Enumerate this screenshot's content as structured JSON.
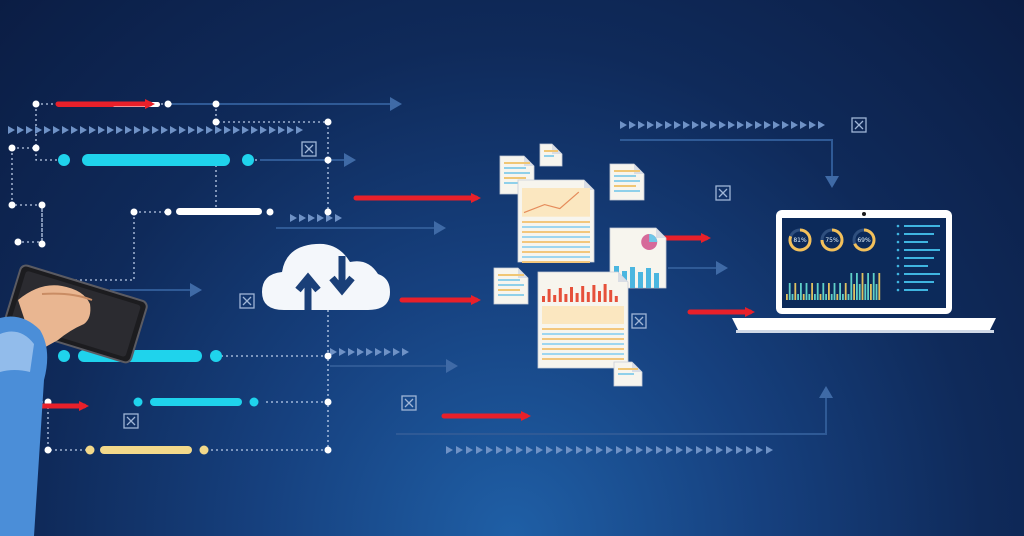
{
  "scene": {
    "description_free": true,
    "colors": {
      "background": "#0f2a5a",
      "accent_red": "#e8202a",
      "accent_cyan": "#1fd3ec",
      "accent_yellow": "#f3d98a",
      "line_white": "#e8f1ff",
      "line_dim": "#5a7fb6"
    }
  },
  "laptop": {
    "gauges": [
      {
        "label": "81%",
        "value": 0.81
      },
      {
        "label": "75%",
        "value": 0.75
      },
      {
        "label": "69%",
        "value": 0.69
      }
    ]
  },
  "icons": [
    "cloud-sync-icon",
    "tablet-icon",
    "laptop-icon",
    "document-icon",
    "close-icon",
    "arrow-right-icon"
  ]
}
